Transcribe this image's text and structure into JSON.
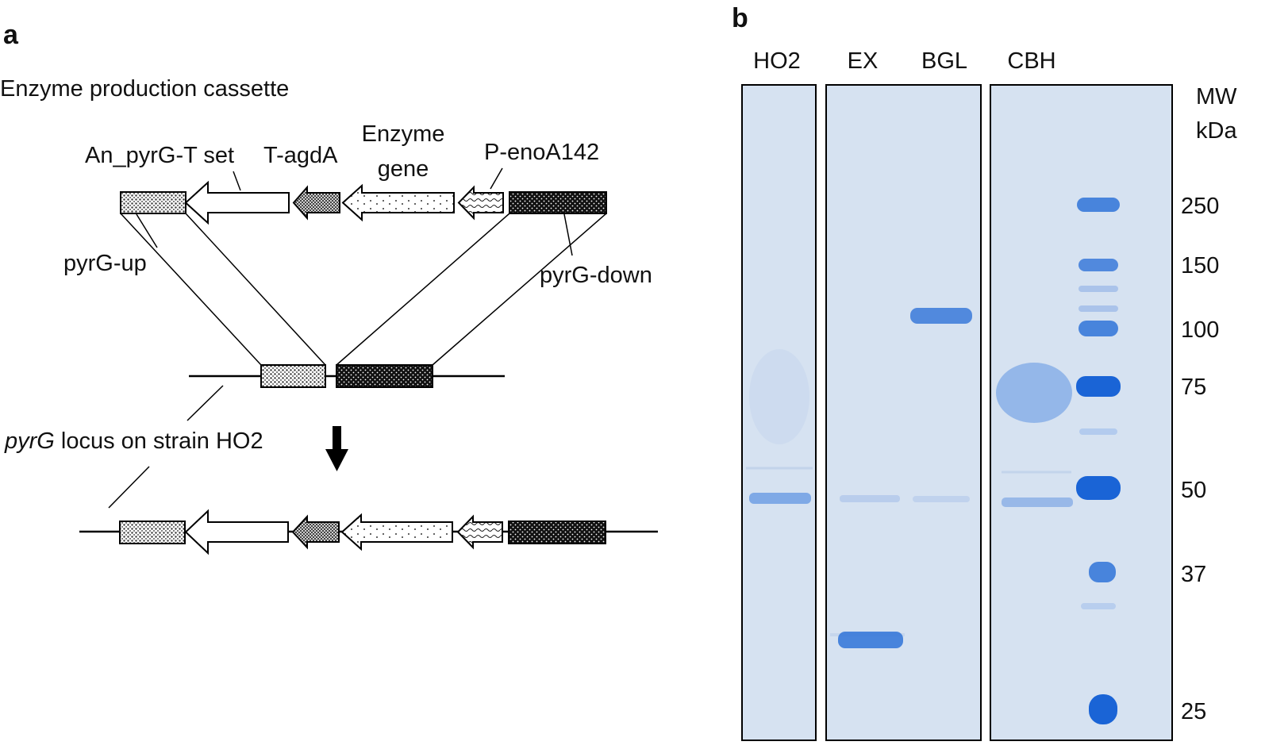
{
  "panel_a": {
    "letter": "a",
    "title": "Enzyme production cassette",
    "labels": {
      "pyrg_t_set": "An_pyrG-T set",
      "t_agda": "T-agdA",
      "enzyme_gene_line1": "Enzyme",
      "enzyme_gene_line2": "gene",
      "p_enoa142": "P-enoA142",
      "pyrg_up": "pyrG-up",
      "pyrg_down": "pyrG-down",
      "locus_italic": "pyrG",
      "locus_rest": " locus on strain HO2"
    }
  },
  "panel_b": {
    "letter": "b",
    "lanes": [
      "HO2",
      "EX",
      "BGL",
      "CBH"
    ],
    "mw_label_line1": "MW",
    "mw_label_line2": "kDa",
    "markers": [
      "250",
      "150",
      "100",
      "75",
      "50",
      "37",
      "25"
    ],
    "gel_color": "#d6e2f1",
    "band_color": "#2f73d8"
  }
}
